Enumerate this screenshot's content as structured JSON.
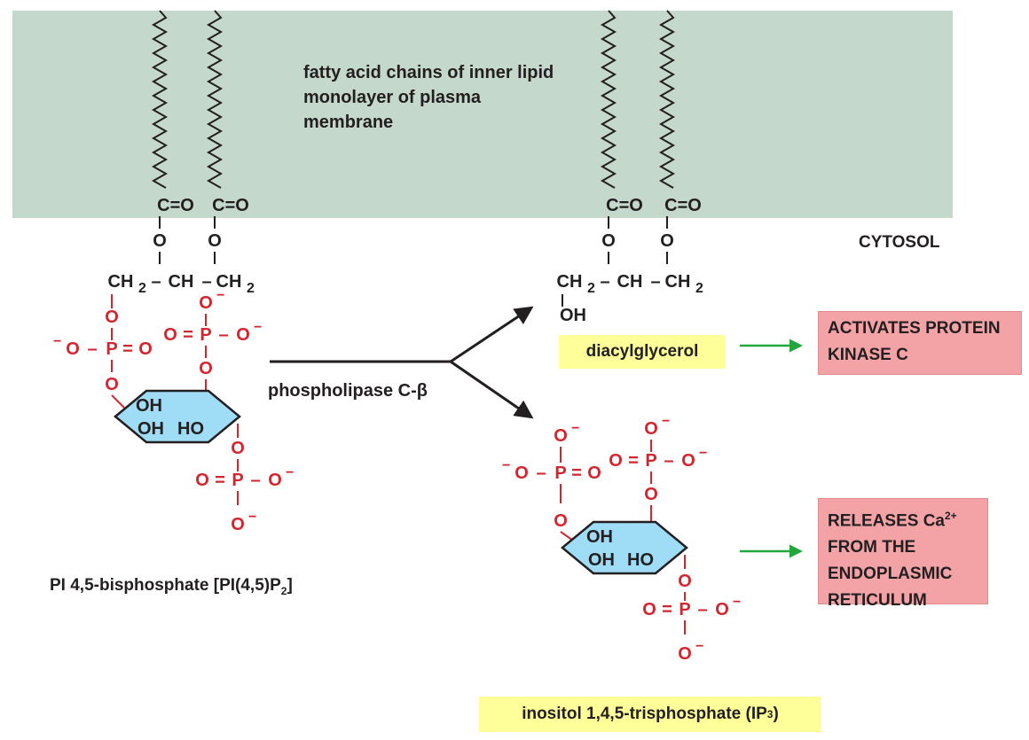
{
  "membrane": {
    "label": "fatty acid chains of inner lipid monolayer of plasma membrane",
    "color": "#c5d8cc"
  },
  "cytosol_label": "CYTOSOL",
  "enzyme_label": "phospholipase C-β",
  "pip2": {
    "name_prefix": "PI 4,5-bisphosphate [PI(4,5)P",
    "name_sub": "2",
    "name_suffix": "]"
  },
  "dag": {
    "name": "diacylglycerol",
    "effect": "ACTIVATES PROTEIN KINASE C"
  },
  "ip3": {
    "name_prefix": "inositol 1,4,5-trisphosphate (IP",
    "name_sub": "3",
    "name_suffix": ")",
    "effect_line1_prefix": "RELEASES Ca",
    "effect_line1_sup": "2+",
    "effect_rest": "FROM THE ENDOPLASMIC RETICULUM"
  },
  "chem": {
    "carbonyl": "C=O",
    "ester_o": "O",
    "ch2": "CH",
    "ch2_sub": "2",
    "ch": "CH",
    "oh": "OH",
    "ho": "HO",
    "phosphorus": "P",
    "oxygen": "O",
    "o_minus": "O",
    "minus": "−",
    "bond_h": "–",
    "bond_d": "="
  },
  "colors": {
    "phosphate": "#d4252f",
    "ring_fill": "#9fdcf5",
    "arrow_green": "#22a83a",
    "highlight_yellow": "#ffff99",
    "effect_pink": "#f3a3a6",
    "text": "#231f20"
  }
}
